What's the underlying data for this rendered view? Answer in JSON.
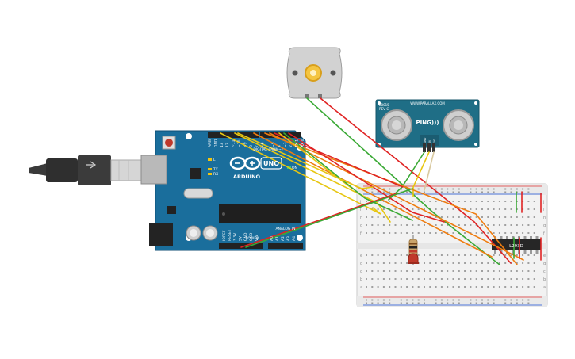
{
  "components": {
    "motor": {
      "icon": "dc-motor-icon"
    },
    "sensor": {
      "model": "28015",
      "rev": "REV C",
      "brand": "WWW.PARALLAX.COM",
      "name": "PING)))",
      "pins": [
        "GND",
        "5V",
        "SIG"
      ]
    },
    "arduino": {
      "wordmark": "ARDUINO",
      "uno": "UNO",
      "digital_label": "DIGITAL (PWM~)",
      "power_label": "POWER",
      "analog_label": "ANALOG IN",
      "on_label": "ON",
      "l_label": "L",
      "tx_label": "TX",
      "rx_label": "RX",
      "top_pins": [
        "AREF",
        "GND",
        "13",
        "12",
        "~11",
        "~10",
        "~9",
        "8",
        "7",
        "~6",
        "~5",
        "4",
        "~3",
        "2",
        "TX 1",
        "RX 0"
      ],
      "power_pins": [
        "IOREF",
        "RESET",
        "3.3V",
        "5V",
        "GND",
        "GND",
        "Vin"
      ],
      "analog_pins": [
        "A0",
        "A1",
        "A2",
        "A3",
        "A4",
        "A5"
      ]
    },
    "ic": {
      "label": "L293D"
    },
    "breadboard": {
      "row_letters_top": [
        "j",
        "i",
        "h",
        "g",
        "f"
      ],
      "row_letters_bottom": [
        "e",
        "d",
        "c",
        "b",
        "a"
      ]
    }
  },
  "colors": {
    "arduino": "#1a6e9c",
    "sensor": "#1f6e86",
    "breadboard": "#f2f2f2",
    "wire_red": "#e02424",
    "wire_green": "#3aa935",
    "wire_orange": "#ef7d10",
    "wire_yellow": "#e7c612"
  }
}
